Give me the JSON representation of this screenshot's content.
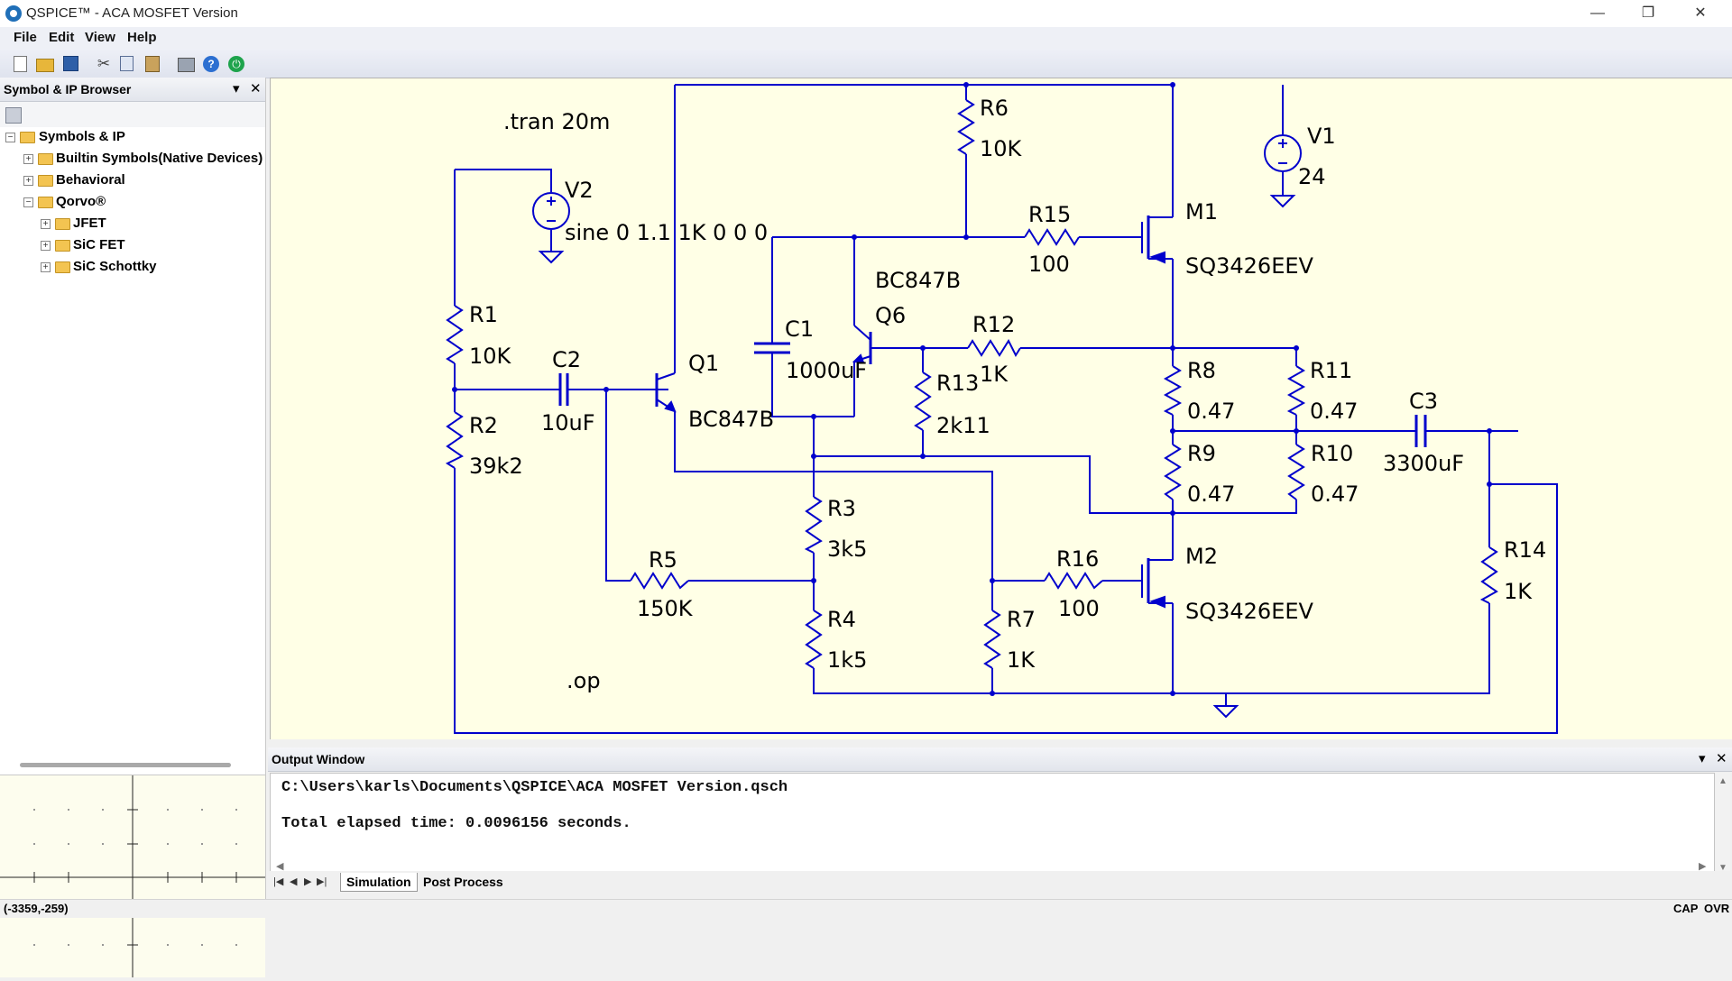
{
  "window": {
    "title": "QSPICE™ - ACA MOSFET Version",
    "minimize": "—",
    "restore": "❐",
    "close": "✕"
  },
  "menu": [
    "File",
    "Edit",
    "View",
    "Help"
  ],
  "toolbar_icons": [
    "new-icon",
    "open-icon",
    "save-icon",
    "cut-icon",
    "copy-icon",
    "paste-icon",
    "print-icon",
    "help-icon",
    "run-icon"
  ],
  "browser": {
    "title": "Symbol & IP Browser",
    "pin": "▾",
    "close": "✕",
    "tree": [
      {
        "label": "Symbols & IP",
        "level": 0,
        "expanded": true
      },
      {
        "label": "Builtin Symbols(Native Devices)",
        "level": 1,
        "expanded": false
      },
      {
        "label": "Behavioral",
        "level": 1,
        "expanded": false
      },
      {
        "label": "Qorvo®",
        "level": 1,
        "expanded": true
      },
      {
        "label": "JFET",
        "level": 2,
        "expanded": false
      },
      {
        "label": "SiC FET",
        "level": 2,
        "expanded": false
      },
      {
        "label": "SiC Schottky",
        "level": 2,
        "expanded": false
      }
    ]
  },
  "schematic": {
    "directives": [
      ".tran 20m",
      ".op"
    ],
    "components": [
      {
        "ref": "V1",
        "value": "24"
      },
      {
        "ref": "V2",
        "value": "sine 0 1.1 1K 0 0 0"
      },
      {
        "ref": "R1",
        "value": "10K"
      },
      {
        "ref": "R2",
        "value": "39k2"
      },
      {
        "ref": "R3",
        "value": "3k5"
      },
      {
        "ref": "R4",
        "value": "1k5"
      },
      {
        "ref": "R5",
        "value": "150K"
      },
      {
        "ref": "R6",
        "value": "10K"
      },
      {
        "ref": "R7",
        "value": "1K"
      },
      {
        "ref": "R8",
        "value": "0.47"
      },
      {
        "ref": "R9",
        "value": "0.47"
      },
      {
        "ref": "R10",
        "value": "0.47"
      },
      {
        "ref": "R11",
        "value": "0.47"
      },
      {
        "ref": "R12",
        "value": "1K"
      },
      {
        "ref": "R13",
        "value": "2k11"
      },
      {
        "ref": "R14",
        "value": "1K"
      },
      {
        "ref": "R15",
        "value": "100"
      },
      {
        "ref": "R16",
        "value": "100"
      },
      {
        "ref": "C1",
        "value": "1000uF"
      },
      {
        "ref": "C2",
        "value": "10uF"
      },
      {
        "ref": "C3",
        "value": "3300uF"
      },
      {
        "ref": "Q1",
        "value": "BC847B"
      },
      {
        "ref": "Q6",
        "value": "BC847B"
      },
      {
        "ref": "M1",
        "value": "SQ3426EEV"
      },
      {
        "ref": "M2",
        "value": "SQ3426EEV"
      }
    ],
    "wire_color": "#0000cc"
  },
  "output": {
    "title": "Output Window",
    "pin": "▾",
    "close": "✕",
    "lines": [
      "C:\\Users\\karls\\Documents\\QSPICE\\ACA MOSFET Version.qsch",
      "Total elapsed time: 0.0096156 seconds."
    ],
    "tabs": [
      "Simulation",
      "Post Process"
    ],
    "active_tab": "Simulation"
  },
  "status": {
    "coords": "(-3359,-259)",
    "cap": "CAP",
    "ovr": "OVR"
  }
}
